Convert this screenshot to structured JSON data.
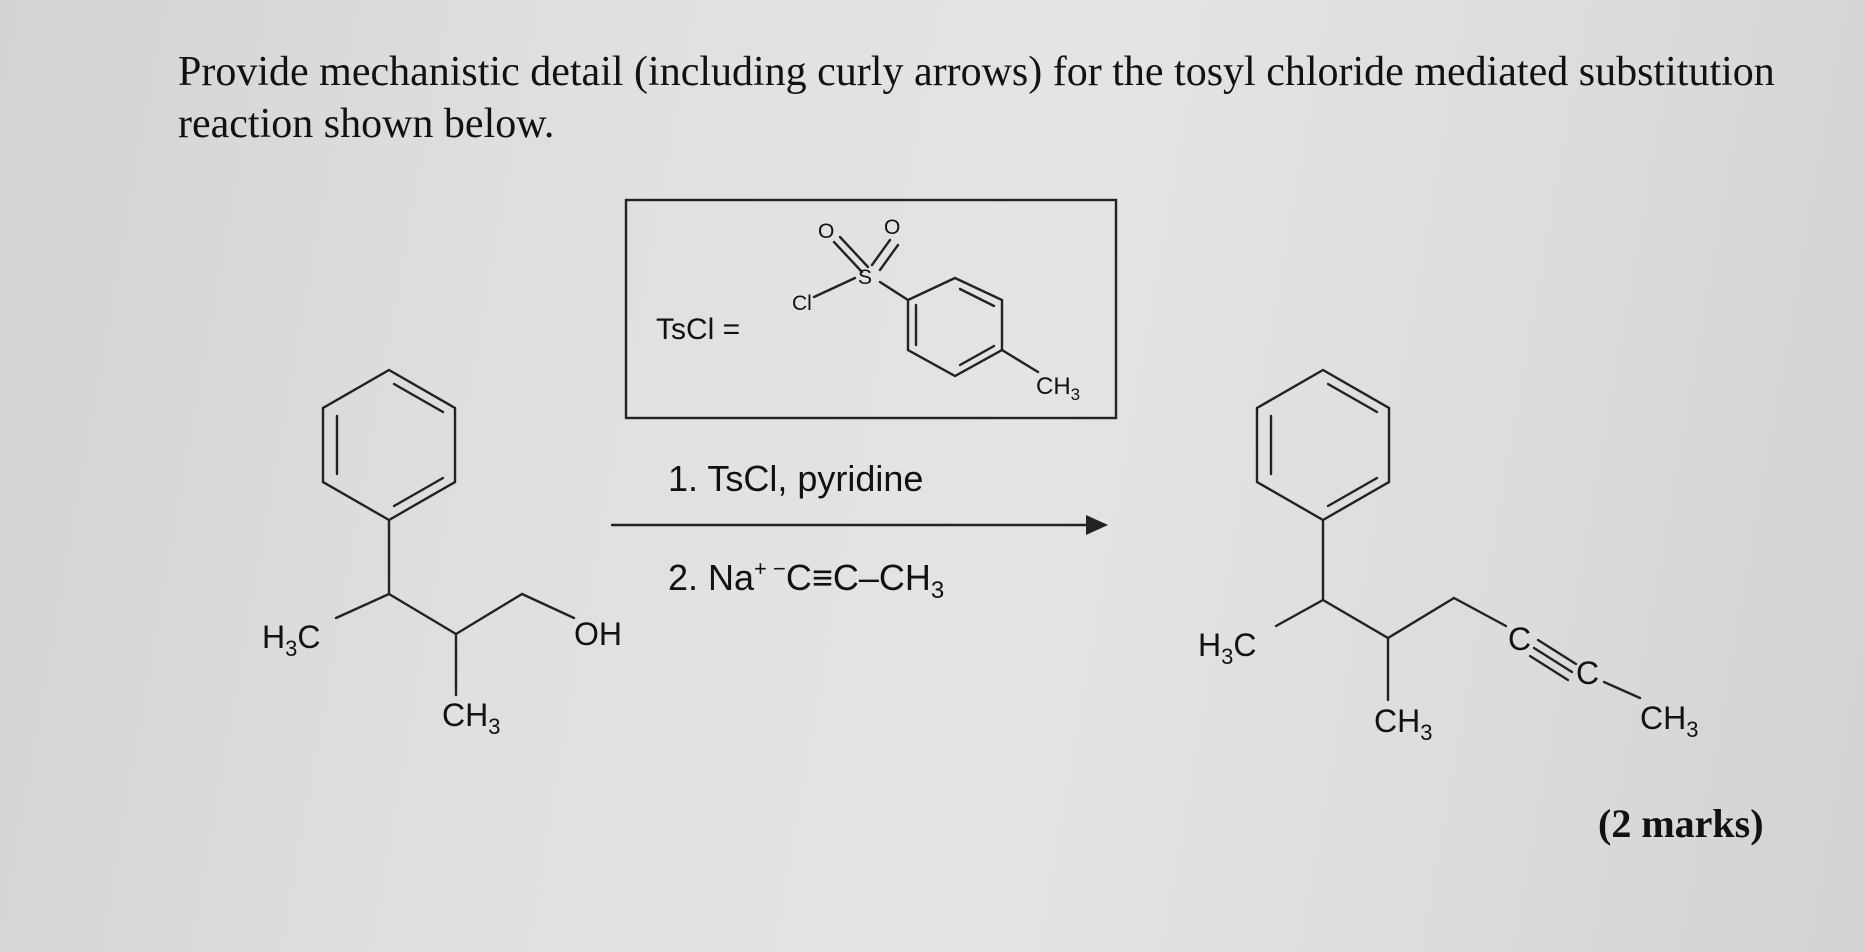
{
  "question": {
    "text": "Provide mechanistic detail (including curly arrows) for the tosyl chloride mediated substitution reaction shown below."
  },
  "reagent_box": {
    "label": "TsCl =",
    "atoms": {
      "o1": "O",
      "o2": "O",
      "s": "S",
      "cl": "Cl",
      "ch3_c": "CH",
      "ch3_sub": "3"
    }
  },
  "reactant": {
    "h3c_h": "H",
    "h3c_sub": "3",
    "h3c_c": "C",
    "ch3_c": "CH",
    "ch3_sub": "3",
    "oh": "OH"
  },
  "conditions": {
    "step1": "1.  TsCl, pyridine",
    "step2_prefix": "2.  Na",
    "step2_charge": "+ −",
    "step2_rest": "C≡C–CH",
    "step2_sub": "3"
  },
  "product": {
    "h3c_h": "H",
    "h3c_sub": "3",
    "h3c_c": "C",
    "ch3_c": "CH",
    "ch3_sub": "3",
    "alkyne_c1": "C",
    "alkyne_c2": "C",
    "term_ch3_c": "CH",
    "term_ch3_sub": "3"
  },
  "marks": "(2 marks)"
}
